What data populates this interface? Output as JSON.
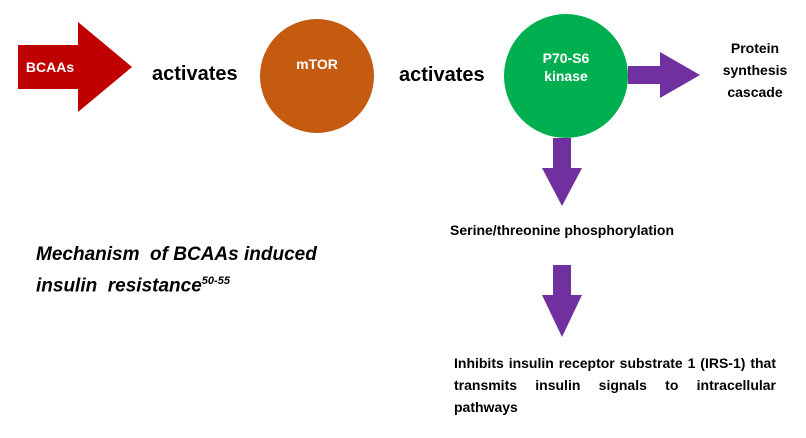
{
  "colors": {
    "bcaa_arrow": "#c00000",
    "mtor_node": "#c55a11",
    "p70_node": "#00b050",
    "purple_arrow": "#7030a0"
  },
  "nodes": {
    "bcaas": "BCAAs",
    "mtor": "mTOR",
    "p70_line1": "P70-S6",
    "p70_line2": "kinase"
  },
  "edges": {
    "activates_1": "activates",
    "activates_2": "activates"
  },
  "protein": {
    "line1": "Protein",
    "line2": "synthesis",
    "line3": "cascade"
  },
  "serine": "Serine/threonine phosphorylation",
  "inhibits": "Inhibits insulin receptor substrate 1 (IRS-1) that transmits insulin signals to intracellular pathways",
  "caption": {
    "line1": "Mechanism  of BCAAs induced",
    "line2": "insulin  resistance",
    "ref": "50-55"
  }
}
